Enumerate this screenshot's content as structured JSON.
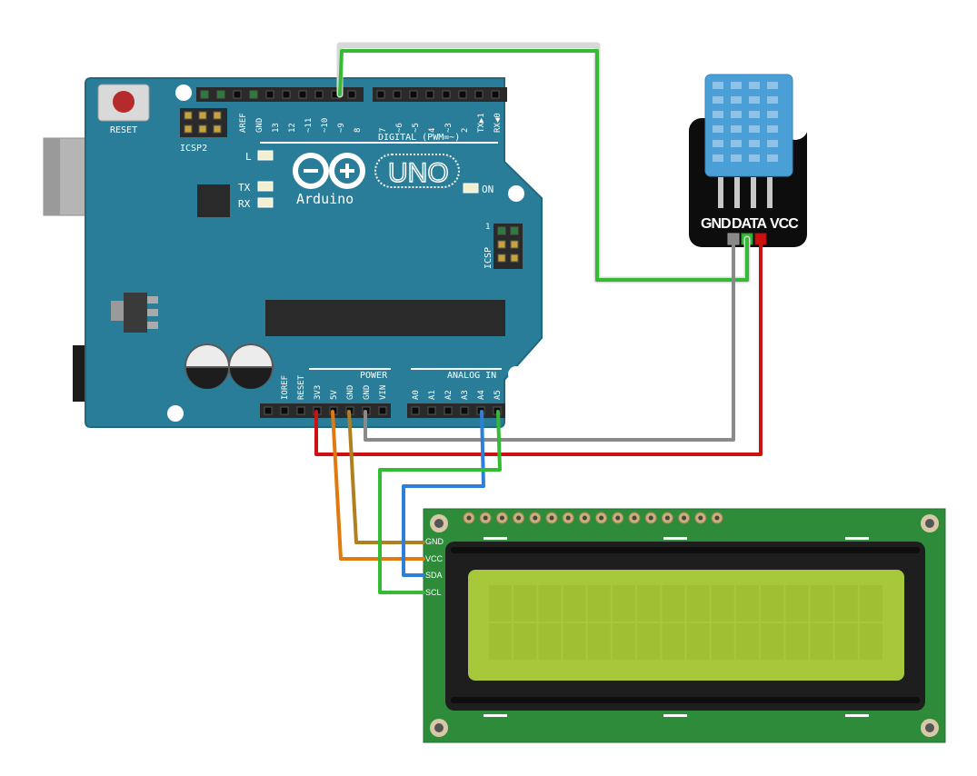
{
  "arduino": {
    "reset_label": "RESET",
    "icsp2_label": "ICSP2",
    "icsp_label": "ICSP",
    "icsp_pin1": "1",
    "digital_label": "DIGITAL (PWM=~)",
    "led_l": "L",
    "led_tx": "TX",
    "led_rx": "RX",
    "led_on": "ON",
    "brand": "Arduino",
    "model": "UNO",
    "power_label": "POWER",
    "analog_label": "ANALOG IN",
    "top_pins": [
      "AREF",
      "GND",
      "13",
      "12",
      "~11",
      "~10",
      "~9",
      "8"
    ],
    "top_pins_right": [
      "7",
      "~6",
      "~5",
      "4",
      "~3",
      "2",
      "TX▶1",
      "RX◀0"
    ],
    "power_pins": [
      "IOREF",
      "RESET",
      "3V3",
      "5V",
      "GND",
      "GND",
      "VIN"
    ],
    "analog_pins": [
      "A0",
      "A1",
      "A2",
      "A3",
      "A4",
      "A5"
    ]
  },
  "dht": {
    "pin_labels": [
      "GND",
      "DATA",
      "VCC"
    ]
  },
  "lcd": {
    "pin_labels": [
      "GND",
      "VCC",
      "SDA",
      "SCL"
    ]
  },
  "colors": {
    "board": "#2a7d98",
    "board_stroke": "#1f6880",
    "lcd_pcb": "#2e8b3a",
    "lcd_screen": "#a8c83c",
    "sensor": "#4a9fd6",
    "wire_green": "#33bb33",
    "wire_gray": "#8a8a8a",
    "wire_red": "#cc1111",
    "wire_orange": "#e07a10",
    "wire_brown": "#b08020",
    "wire_blue": "#2e7fd8"
  }
}
